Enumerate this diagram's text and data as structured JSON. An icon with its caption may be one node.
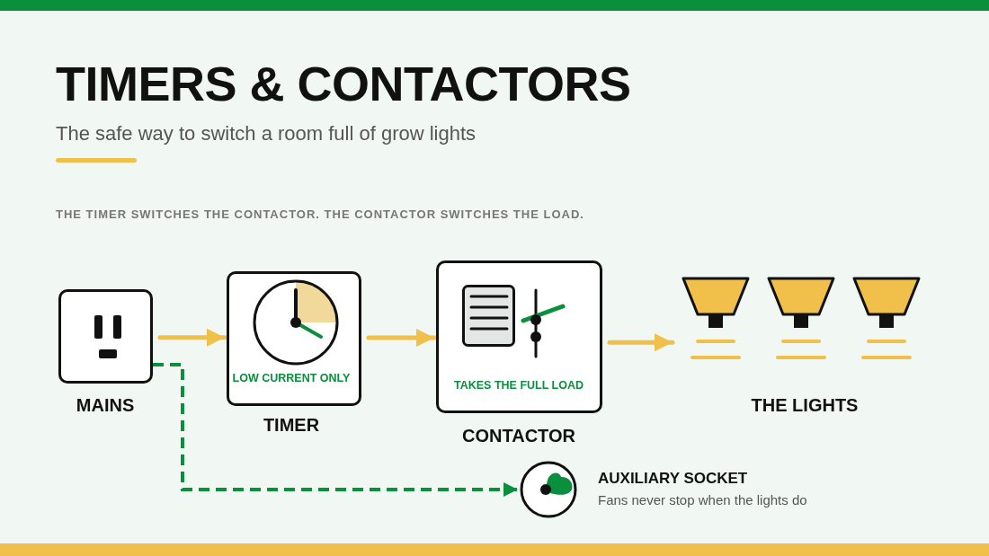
{
  "diagram": {
    "title": "TIMERS & CONTACTORS",
    "nodes": [
      {
        "text": [
          "MAINS"
        ]
      },
      {
        "text": [
          "LOW CURRENT ONLY",
          "TIMER"
        ]
      },
      {
        "text": [
          "TAKES THE FULL LOAD",
          "CONTACTOR"
        ]
      },
      {
        "text": [
          "THE LIGHTS"
        ]
      },
      {
        "text": [
          "AUXILIARY SOCKET",
          "Fans never stop when the lights do"
        ]
      }
    ],
    "edges": [
      {
        "from": 0,
        "to": 1,
        "arrow": "to"
      },
      {
        "from": 1,
        "to": 2,
        "arrow": "to"
      },
      {
        "from": 2,
        "to": 3,
        "arrow": "to"
      },
      {
        "from": 0,
        "to": 4,
        "arrow": "to",
        "style": "dashed",
        "color": "#0a8f3c"
      }
    ],
    "labels": [
      "The safe way to switch a room full of grow lights",
      "THE TIMER SWITCHES THE CONTACTOR. THE CONTACTOR SWITCHES THE LOAD."
    ]
  }
}
